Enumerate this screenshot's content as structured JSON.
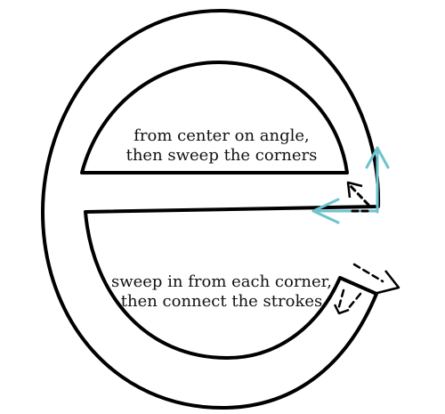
{
  "annotations": {
    "top": {
      "line1": "from center on angle,",
      "line2": "then sweep the corners"
    },
    "bottom": {
      "line1": "sweep in from each corner,",
      "line2": "then connect the strokes"
    }
  },
  "colors": {
    "outline": "#000000",
    "background": "#ffffff",
    "cyan_stroke": "#6ec3cf",
    "dashed_stroke": "#000000"
  },
  "icons": [
    "arrow-up-icon",
    "arrow-left-icon",
    "dashed-arrow-icon"
  ]
}
